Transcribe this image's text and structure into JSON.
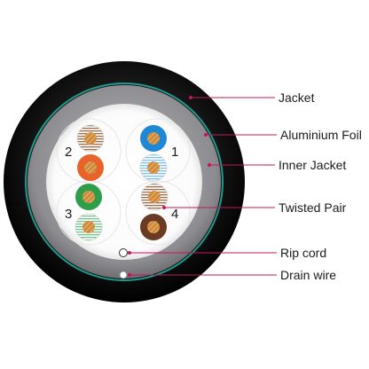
{
  "diagram": {
    "labels": {
      "jacket": "Jacket",
      "foil": "Aluminium Foil",
      "inner_jacket": "Inner Jacket",
      "twisted_pair": "Twisted Pair",
      "rip_cord": "Rip cord",
      "drain_wire": "Drain wire"
    },
    "pair_numbers": [
      "1",
      "2",
      "3",
      "4"
    ],
    "colors": {
      "jacket": "#0d0d0d",
      "foil": "#1f9a8f",
      "inner_jacket": "#8a8a8e",
      "core": "#ffffff",
      "leader": "#c2185b",
      "pair1": "#1e88d6",
      "pair2": "#e8622a",
      "pair3": "#2e9e4a",
      "pair4": "#6b3a22"
    }
  }
}
